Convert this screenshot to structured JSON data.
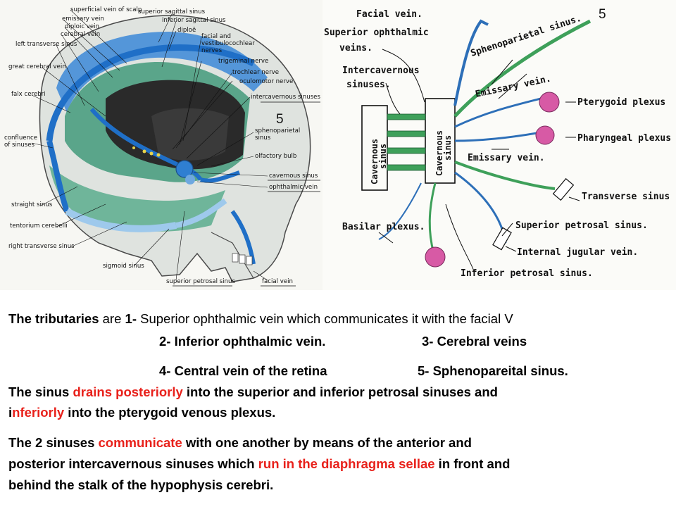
{
  "left_figure": {
    "labels_left": [
      "superficial vein of scalp",
      "emissary vein",
      "diploic vein",
      "cerebral vein",
      "left transverse sinus",
      "great cerebral vein",
      "falx cerebri",
      "confluence",
      "of sinuses",
      "straight sinus",
      "tentorium cerebelli",
      "right transverse sinus",
      "sigmoid sinus"
    ],
    "labels_top": [
      "superior sagittal sinus",
      "inferior sagittal sinus",
      "diploë"
    ],
    "labels_right": [
      "facial and",
      "vestibulocochlear",
      "nerves",
      "trigeminal nerve",
      "trochlear nerve",
      "oculomotor nerve",
      "intercavernous sinuses",
      "sphenoparietal",
      "sinus",
      "olfactory bulb",
      "cavernous sinus",
      "ophthalmic vein"
    ],
    "labels_bottom": [
      "superior petrosal sinus",
      "facial vein"
    ],
    "marker": "5"
  },
  "right_figure": {
    "marker": "5",
    "top_label": "Facial vein.",
    "labels": [
      "Superior ophthalmic",
      "veins.",
      "Intercavernous",
      "sinuses.",
      "Sphenoparietal sinus.",
      "Emissary vein.",
      "Pterygoid plexus",
      "Pharyngeal plexus",
      "Emissary vein.",
      "Transverse sinus",
      "Superior petrosal sinus.",
      "Internal jugular vein.",
      "Inferior petrosal sinus.",
      "Basilar plexus."
    ],
    "left_box": [
      "Cavernous",
      "sinus"
    ],
    "right_box": [
      "Cavernous",
      "sinus"
    ]
  },
  "text": {
    "line1_a": "The tributaries",
    "line1_b": " are ",
    "line1_c": "1-",
    "line1_d": " Superior ophthalmic vein which communicates it with the facial V",
    "line2_a": "2- Inferior ophthalmic vein.",
    "line2_b": "3- Cerebral veins",
    "line3_a": "4- Central vein of the retina",
    "line3_b": "5- Sphenopareital sinus.",
    "p2_a": "The sinus ",
    "p2_b": "drains posteriorly",
    "p2_c": " into the superior and inferior petrosal sinuses and",
    "p2_d": "i",
    "p2_e": "nferiorly",
    "p2_f": " into the pterygoid venous plexus.",
    "p3_a": "The 2 sinuses ",
    "p3_b": "communicate",
    "p3_c": " with one another by means of the anterior and",
    "p3_d": "posterior intercavernous sinuses which ",
    "p3_e": "run in the diaphragma sellae",
    "p3_f": " in front and",
    "p3_g": "behind the stalk of the hypophysis cerebri."
  }
}
